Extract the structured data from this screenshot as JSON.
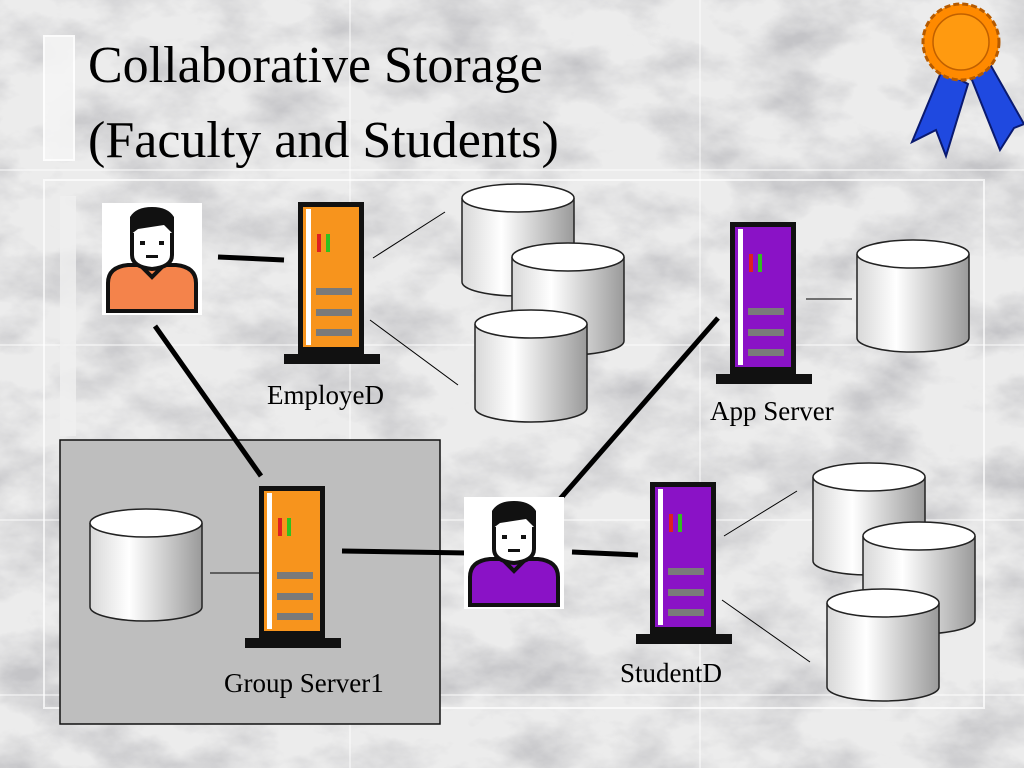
{
  "slide": {
    "title_line1": "Collaborative Storage",
    "title_line2": "(Faculty and Students)"
  },
  "nodes": {
    "employee_server": "EmployeD",
    "app_server": "App Server",
    "group_server": "Group Server1",
    "student_server": "StudentD"
  },
  "colors": {
    "faculty_accent": "#f4834b",
    "employee_server": "#f7941d",
    "group_server": "#f7941d",
    "student_accent": "#8a12c6",
    "app_server": "#8a12c6",
    "student_server": "#8a12c6",
    "group_panel": "#bebebe",
    "ribbon_medal": "#ff8a00",
    "ribbon_tails": "#1f49e0"
  },
  "icons": [
    "ribbon-award-icon",
    "faculty-user-icon",
    "student-user-icon",
    "server-icon",
    "database-disk-icon"
  ]
}
